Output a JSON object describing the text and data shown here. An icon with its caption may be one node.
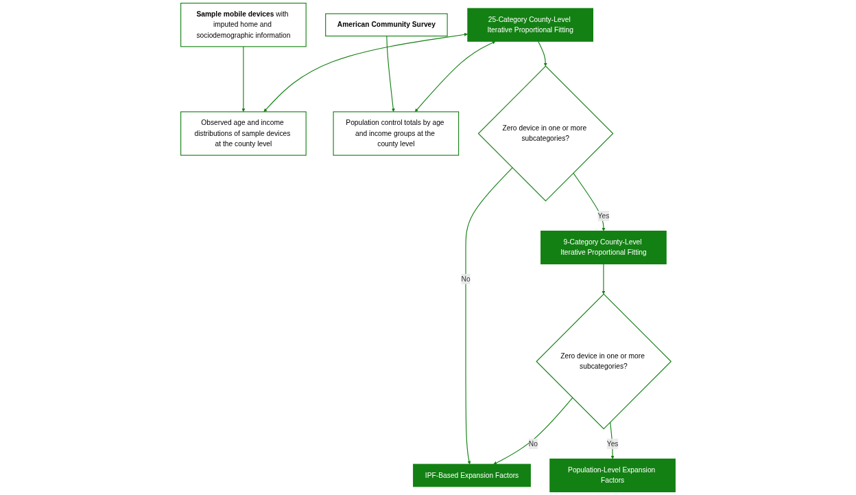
{
  "diagram": {
    "nodes": [
      {
        "text": [
          "**Sample mobile devices** with imputed home and sociodemographic information"
        ]
      },
      {
        "text": [
          "American Community Survey"
        ]
      },
      {
        "text": [
          "Observed age and income distributions of sample devices at the county level"
        ]
      },
      {
        "text": [
          "25-Category County-Level Iterative Proportional Fitting"
        ]
      },
      {
        "text": [
          "Population control totals by age and income groups at the county level"
        ]
      },
      {
        "text": [
          "Zero device in one or more subcategories?"
        ]
      },
      {
        "text": [
          "9-Category County-Level Iterative Proportional Fitting"
        ]
      },
      {
        "text": [
          "Zero device in one or more subcategories?"
        ]
      },
      {
        "text": [
          "IPF-Based Expansion Factors"
        ]
      },
      {
        "text": [
          "Population-Level Expansion Factors"
        ]
      }
    ],
    "edges": [
      {
        "from": 0,
        "to": 2,
        "arrow": "to"
      },
      {
        "from": 1,
        "to": 4,
        "arrow": "to"
      },
      {
        "from": 3,
        "to": 2,
        "arrow": "both"
      },
      {
        "from": 3,
        "to": 4,
        "arrow": "both"
      },
      {
        "from": 3,
        "to": 5,
        "arrow": "to"
      },
      {
        "from": 5,
        "to": 6,
        "arrow": "to",
        "label": "Yes"
      },
      {
        "from": 6,
        "to": 7,
        "arrow": "to"
      },
      {
        "from": 5,
        "to": 8,
        "arrow": "to",
        "label": "No"
      },
      {
        "from": 7,
        "to": 8,
        "arrow": "to",
        "label": "No"
      },
      {
        "from": 7,
        "to": 9,
        "arrow": "to",
        "label": "Yes"
      }
    ]
  }
}
